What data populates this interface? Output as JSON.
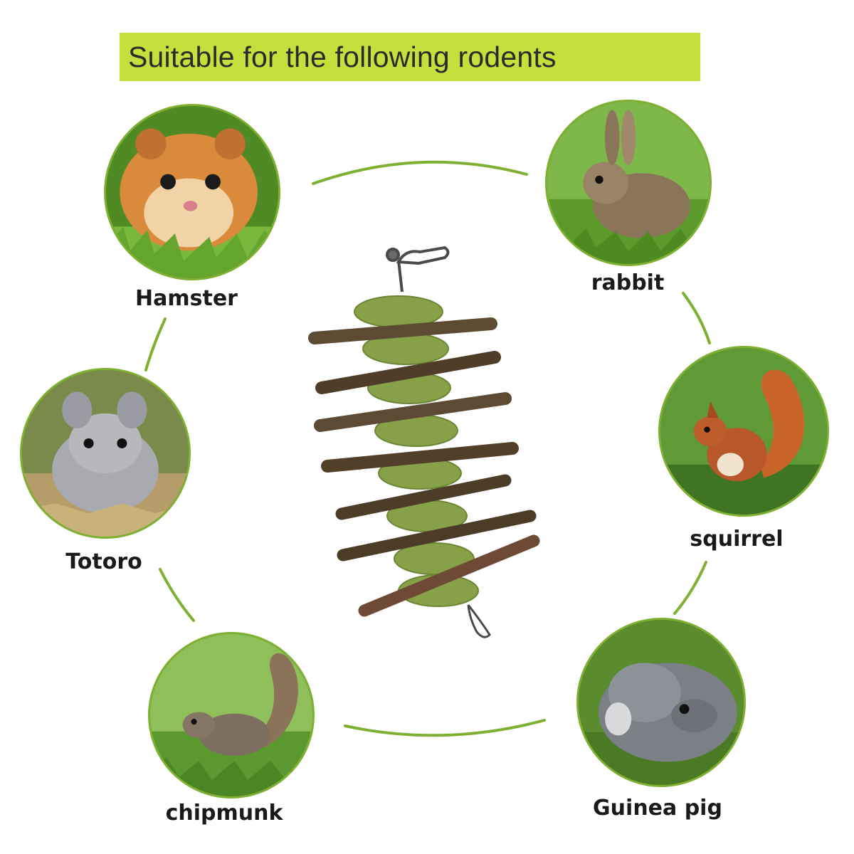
{
  "banner": {
    "title": "Suitable for the following rodents",
    "background": "#c3e03c",
    "text_color": "#2b2b2b"
  },
  "accent_color": "#7fb032",
  "animals": [
    {
      "key": "hamster",
      "label": "Hamster",
      "icon": "hamster-photo-icon"
    },
    {
      "key": "rabbit",
      "label": "rabbit",
      "icon": "rabbit-photo-icon"
    },
    {
      "key": "totoro",
      "label": "Totoro",
      "icon": "chinchilla-photo-icon"
    },
    {
      "key": "squirrel",
      "label": "squirrel",
      "icon": "squirrel-photo-icon"
    },
    {
      "key": "chipmunk",
      "label": "chipmunk",
      "icon": "chipmunk-photo-icon"
    },
    {
      "key": "guinea_pig",
      "label": "Guinea pig",
      "icon": "guinea-pig-photo-icon"
    }
  ],
  "product": {
    "icon": "chew-stick-toy-icon"
  }
}
